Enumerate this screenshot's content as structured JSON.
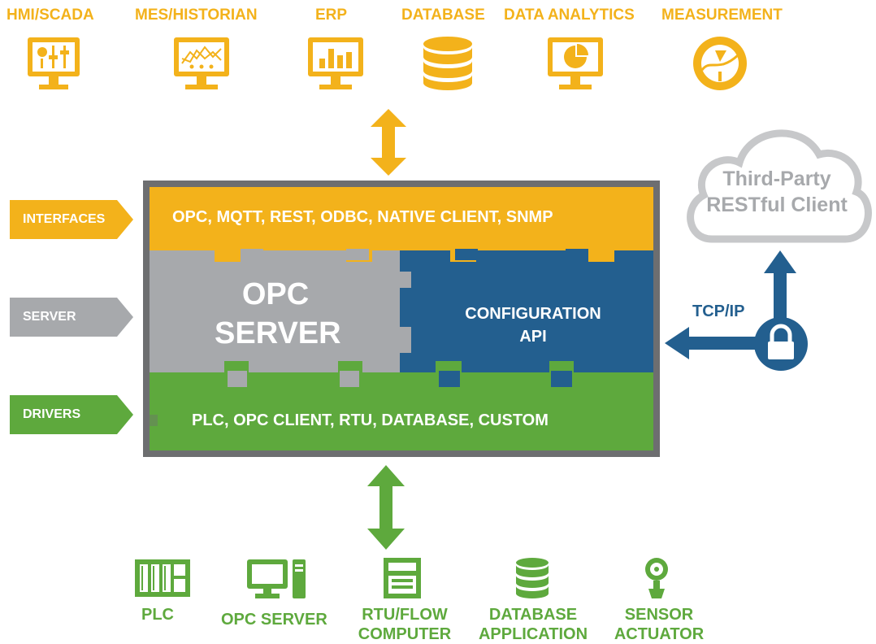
{
  "top": {
    "labels": [
      "HMI/SCADA",
      "MES/HISTORIAN",
      "ERP",
      "DATABASE",
      "DATA ANALYTICS",
      "MEASUREMENT"
    ],
    "icons": [
      "hmi-scada-icon",
      "mes-historian-icon",
      "erp-icon",
      "database-icon",
      "data-analytics-icon",
      "measurement-icon"
    ]
  },
  "side": {
    "interfaces": "INTERFACES",
    "server": "SERVER",
    "drivers": "DRIVERS"
  },
  "box": {
    "interfaces_text": "OPC, MQTT, REST, ODBC, NATIVE CLIENT, SNMP",
    "server_line1": "OPC",
    "server_line2": "SERVER",
    "config_line1": "CONFIGURATION",
    "config_line2": "API",
    "drivers_text": "PLC, OPC CLIENT, RTU, DATABASE, CUSTOM"
  },
  "cloud": {
    "line1": "Third-Party",
    "line2": "RESTful Client"
  },
  "connection": {
    "label": "TCP/IP"
  },
  "bottom": {
    "labels": [
      {
        "line1": "PLC",
        "line2": ""
      },
      {
        "line1": "OPC SERVER",
        "line2": ""
      },
      {
        "line1": "RTU/FLOW",
        "line2": "COMPUTER"
      },
      {
        "line1": "DATABASE",
        "line2": "APPLICATION"
      },
      {
        "line1": "SENSOR",
        "line2": "ACTUATOR"
      }
    ],
    "icons": [
      "plc-icon",
      "opc-server-icon",
      "rtu-flow-computer-icon",
      "database-application-icon",
      "sensor-actuator-icon"
    ]
  },
  "colors": {
    "yellow": "#f3b21b",
    "gray": "#a7a9ac",
    "blue": "#235f8f",
    "green": "#5ea93d",
    "border": "#6d6e70",
    "cloud": "#c7c8ca"
  }
}
